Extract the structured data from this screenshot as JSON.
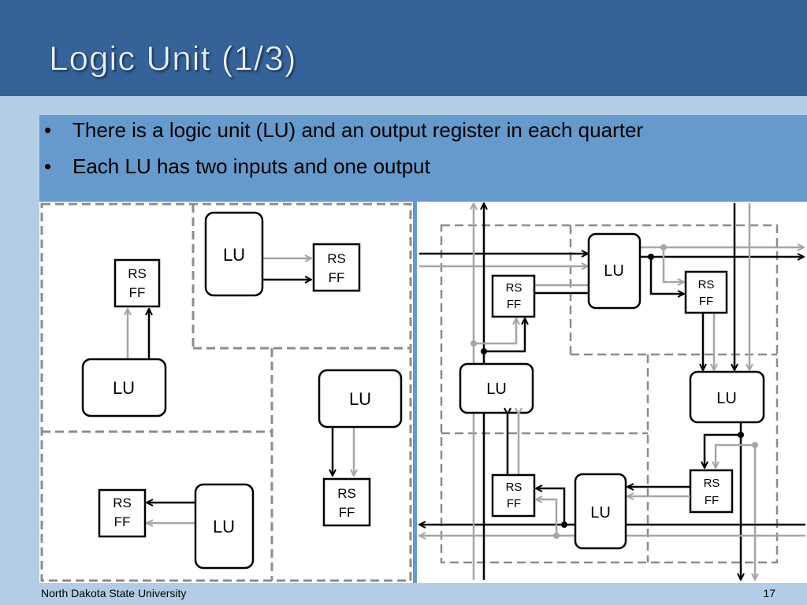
{
  "slide": {
    "title": "Logic Unit (1/3)",
    "bullets": [
      "There is a logic unit (LU) and an output register in each quarter",
      "Each LU has two inputs and one output"
    ],
    "footer_left": "North Dakota State University",
    "page_number": "17"
  },
  "diagram": {
    "lu_label": "LU",
    "ff_label_top": "RS",
    "ff_label_bottom": "FF"
  },
  "colors": {
    "title_bar": "#356298",
    "background": "#b3cde6",
    "bullet_box": "#6699cc",
    "wire_black": "#000000",
    "wire_gray": "#a6a6a6",
    "dashed_border": "#8c8c8c"
  }
}
